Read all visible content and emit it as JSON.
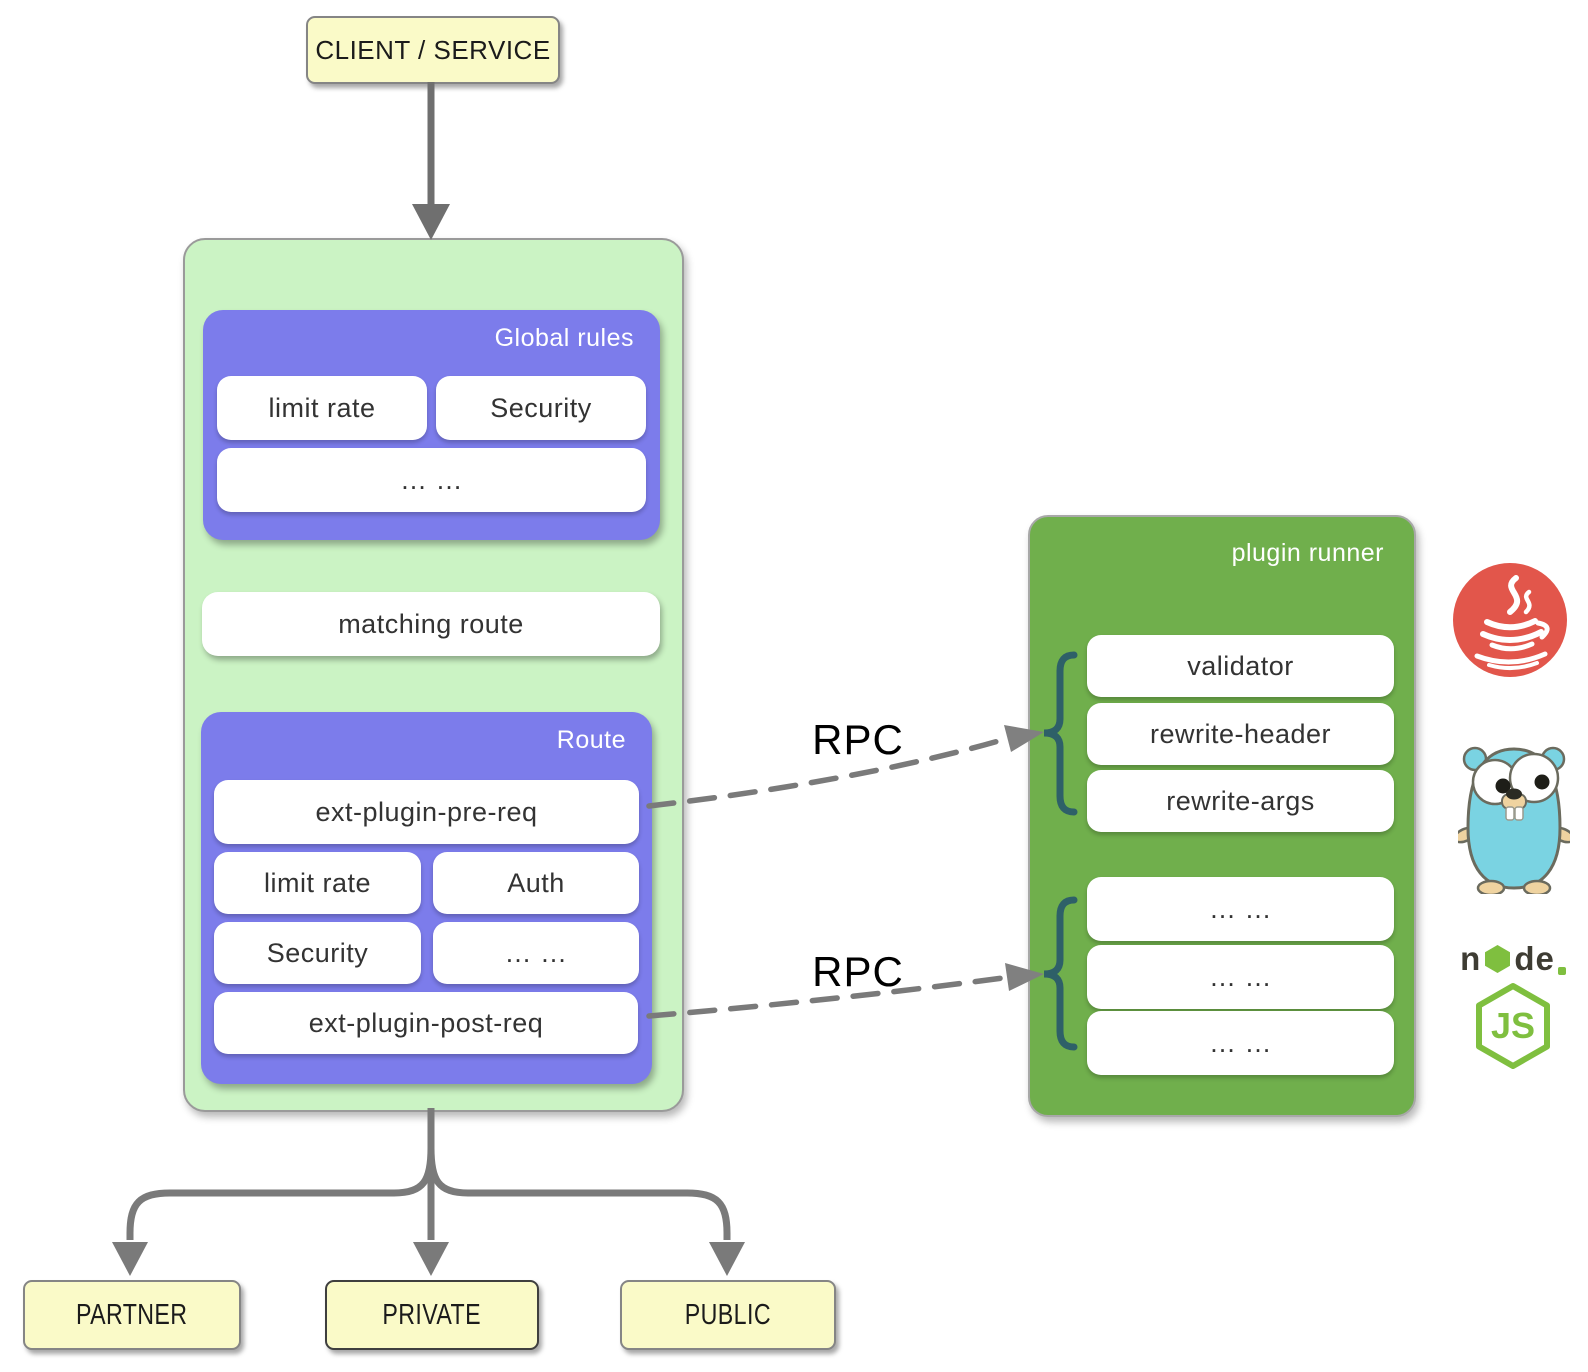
{
  "diagram": {
    "client": {
      "label": "CLIENT / SERVICE"
    },
    "gateway": {
      "global_rules": {
        "title": "Global rules",
        "items": [
          "limit rate",
          "Security",
          "… …"
        ]
      },
      "matching_route": {
        "label": "matching route"
      },
      "route": {
        "title": "Route",
        "ext_pre": "ext-plugin-pre-req",
        "items": [
          "limit rate",
          "Auth",
          "Security",
          "… …"
        ],
        "ext_post": "ext-plugin-post-req"
      }
    },
    "rpc_labels": [
      "RPC",
      "RPC"
    ],
    "plugin_runner": {
      "title": "plugin runner",
      "group1": [
        "validator",
        "rewrite-header",
        "rewrite-args"
      ],
      "group2": [
        "… …",
        "… …",
        "… …"
      ]
    },
    "upstreams": [
      "PARTNER",
      "PRIVATE",
      "PUBLIC"
    ],
    "icons": {
      "java": "java-icon",
      "gopher": "go-gopher-icon",
      "nodejs": {
        "name": "nodejs-icon",
        "word_left": "n",
        "word_right": "de",
        "hex_label": "JS"
      }
    },
    "colors": {
      "container_green": "#CBF3C4",
      "panel_purple": "#7C7CEB",
      "runner_green": "#70AF4C",
      "note_yellow": "#FAFAC8",
      "brace_teal": "#2E6068",
      "arrow_gray": "#787878",
      "java_red": "#E2564B",
      "gopher_blue": "#7AD3E2",
      "node_green": "#7FBF3F"
    }
  }
}
